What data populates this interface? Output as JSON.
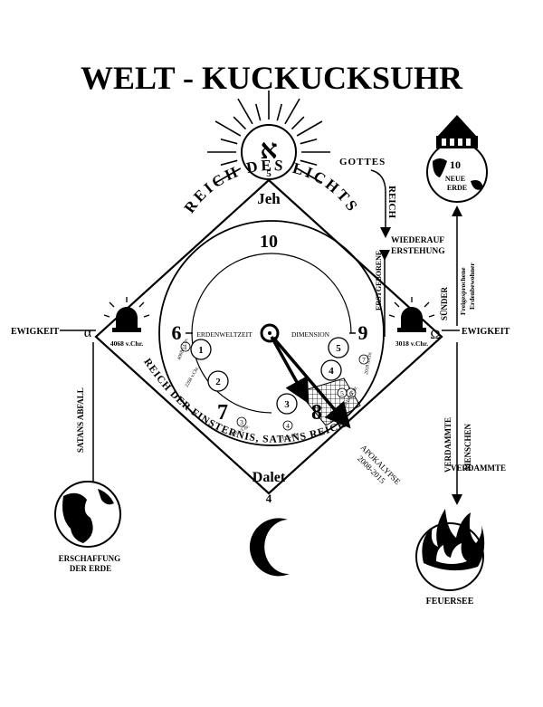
{
  "title": "WELT - KUCKUCKSUHR",
  "top": {
    "aleph": "א",
    "aleph_num": "5",
    "name": "Jeh"
  },
  "gottes_reich": {
    "line1": "GOTTES",
    "line2": "REICH"
  },
  "new_earth": {
    "line1": "10",
    "line2": "NEUE",
    "line3": "ERDE"
  },
  "reich_des_lichts": "REICH DES LICHTS",
  "ten": "10",
  "wiederauferstehung": {
    "line1": "WIEDERAUF",
    "line2": "ERSTEHUNG"
  },
  "erstgeborene": "ERSTGEBORENE",
  "suender": "SÜNDER",
  "freigesprochene": "Freigesprochene",
  "erdenbewohner": "Erdenbewohner",
  "left": {
    "ewigkeit": "EWIGKEIT",
    "alpha": "α",
    "year": "4068 v.Chr."
  },
  "right": {
    "ewigkeit": "EWIGKEIT",
    "omega": "Ω",
    "year": "3018 v.Chr."
  },
  "clock": {
    "six": "6",
    "nine": "9",
    "seven": "7",
    "eight": "8",
    "erdenweltzeit": "ERDENWELTZEIT",
    "dimension": "DIMENSION",
    "left_circles": [
      "1",
      "2",
      "3",
      "4"
    ],
    "right_circles": [
      "3",
      "4",
      "5"
    ],
    "small_numbers": {
      "n1": "1",
      "n2": "2",
      "n3": "3",
      "n4": "4",
      "n5": "5",
      "n6": "6",
      "n7": "7"
    },
    "small_dates": {
      "d1": "4068 v.Chr.",
      "d2": "2268 v.Chr.",
      "d3": "700 v.Chr.",
      "d4": "33 n.Chr.",
      "d5": "2015 n.Chr.",
      "d6": "2018 n.Chr."
    }
  },
  "reich_der_finsternis": "REICH DER FINSTERNIS, SATANS REICH",
  "satans_abfall": "SATANS ABFALL",
  "apokalypse": {
    "line1": "APOKALYPSE",
    "line2": "2008-2015"
  },
  "verdammte": {
    "line1": "VERDAMMTE",
    "line2": "MENSCHEN"
  },
  "bottom": {
    "name": "Dalet",
    "num": "4"
  },
  "erschaffung": {
    "line1": "ERSCHAFFUNG",
    "line2": "DER ERDE"
  },
  "feuersee": "FEUERSEE"
}
